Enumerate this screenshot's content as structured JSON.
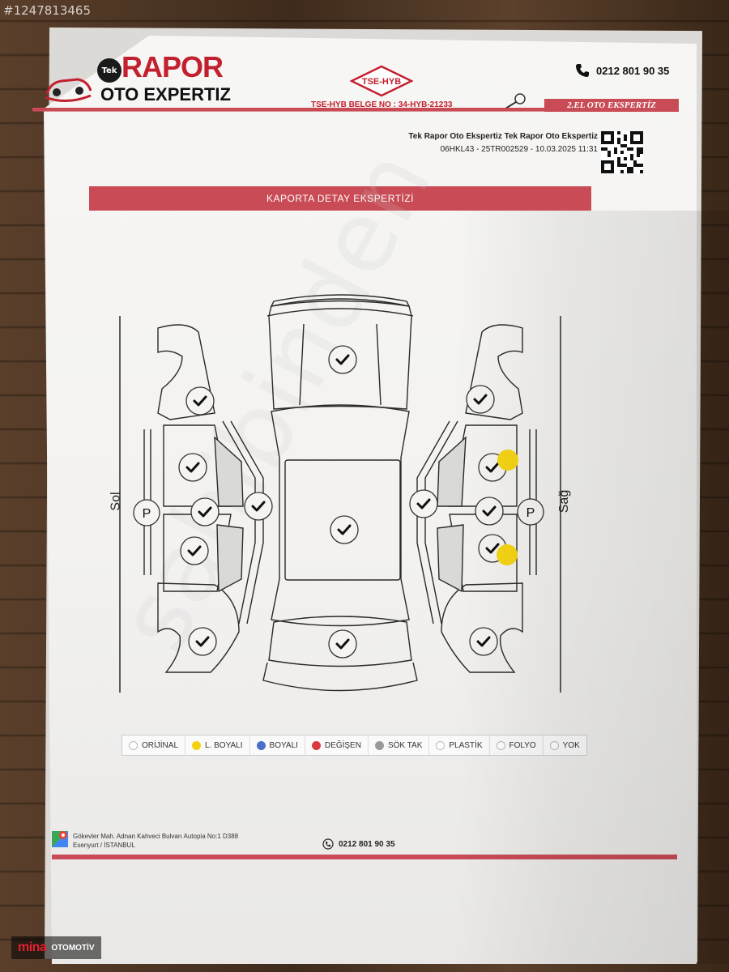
{
  "photo": {
    "id_watermark": "#1247813465"
  },
  "header": {
    "logo_badge": "Tek",
    "logo_main": "RAPOR",
    "logo_sub": "OTO EXPERTIZ",
    "tse_label": "TSE-HYB",
    "tse_belge": "TSE-HYB BELGE NO : 34-HYB-21233",
    "phone": "0212 801 90 35",
    "tag": "2.EL OTO EKSPERTİZ"
  },
  "report_info": {
    "line1": "Tek Rapor Oto Ekspertiz Tek Rapor Oto Ekspertiz",
    "line2": "06HKL43 - 25TR002529 - 10.03.2025 11:31"
  },
  "section": {
    "title": "KAPORTA DETAY EKSPERTİZİ"
  },
  "diagram": {
    "left_label": "Sol",
    "right_label": "Sağ",
    "parking_sensor_label": "P",
    "accent_line": "#2a2a2a",
    "paint_marker_color": "#f5d514"
  },
  "legend": {
    "items": [
      {
        "label": "ORİJİNAL",
        "color": "#ffffff"
      },
      {
        "label": "L. BOYALI",
        "color": "#f3d10f"
      },
      {
        "label": "BOYALI",
        "color": "#4b6fc9"
      },
      {
        "label": "DEĞİŞEN",
        "color": "#d83a3f"
      },
      {
        "label": "SÖK TAK",
        "color": "#9a9a9a"
      },
      {
        "label": "PLASTİK",
        "color": "#ffffff"
      },
      {
        "label": "FOLYO",
        "color": "#ffffff"
      },
      {
        "label": "YOK",
        "color": "#ffffff"
      }
    ]
  },
  "footer": {
    "address_line1": "Gökevler Mah. Adnan Kahveci Bulvarı Autopia No:1 D388",
    "address_line2": "Esenyurt / İSTANBUL",
    "phone": "0212 801 90 35"
  },
  "brand": {
    "name": "mina",
    "suffix": "OTOMOTİV"
  },
  "colors": {
    "brand_red": "#c84b55",
    "logo_red": "#c3202f"
  }
}
